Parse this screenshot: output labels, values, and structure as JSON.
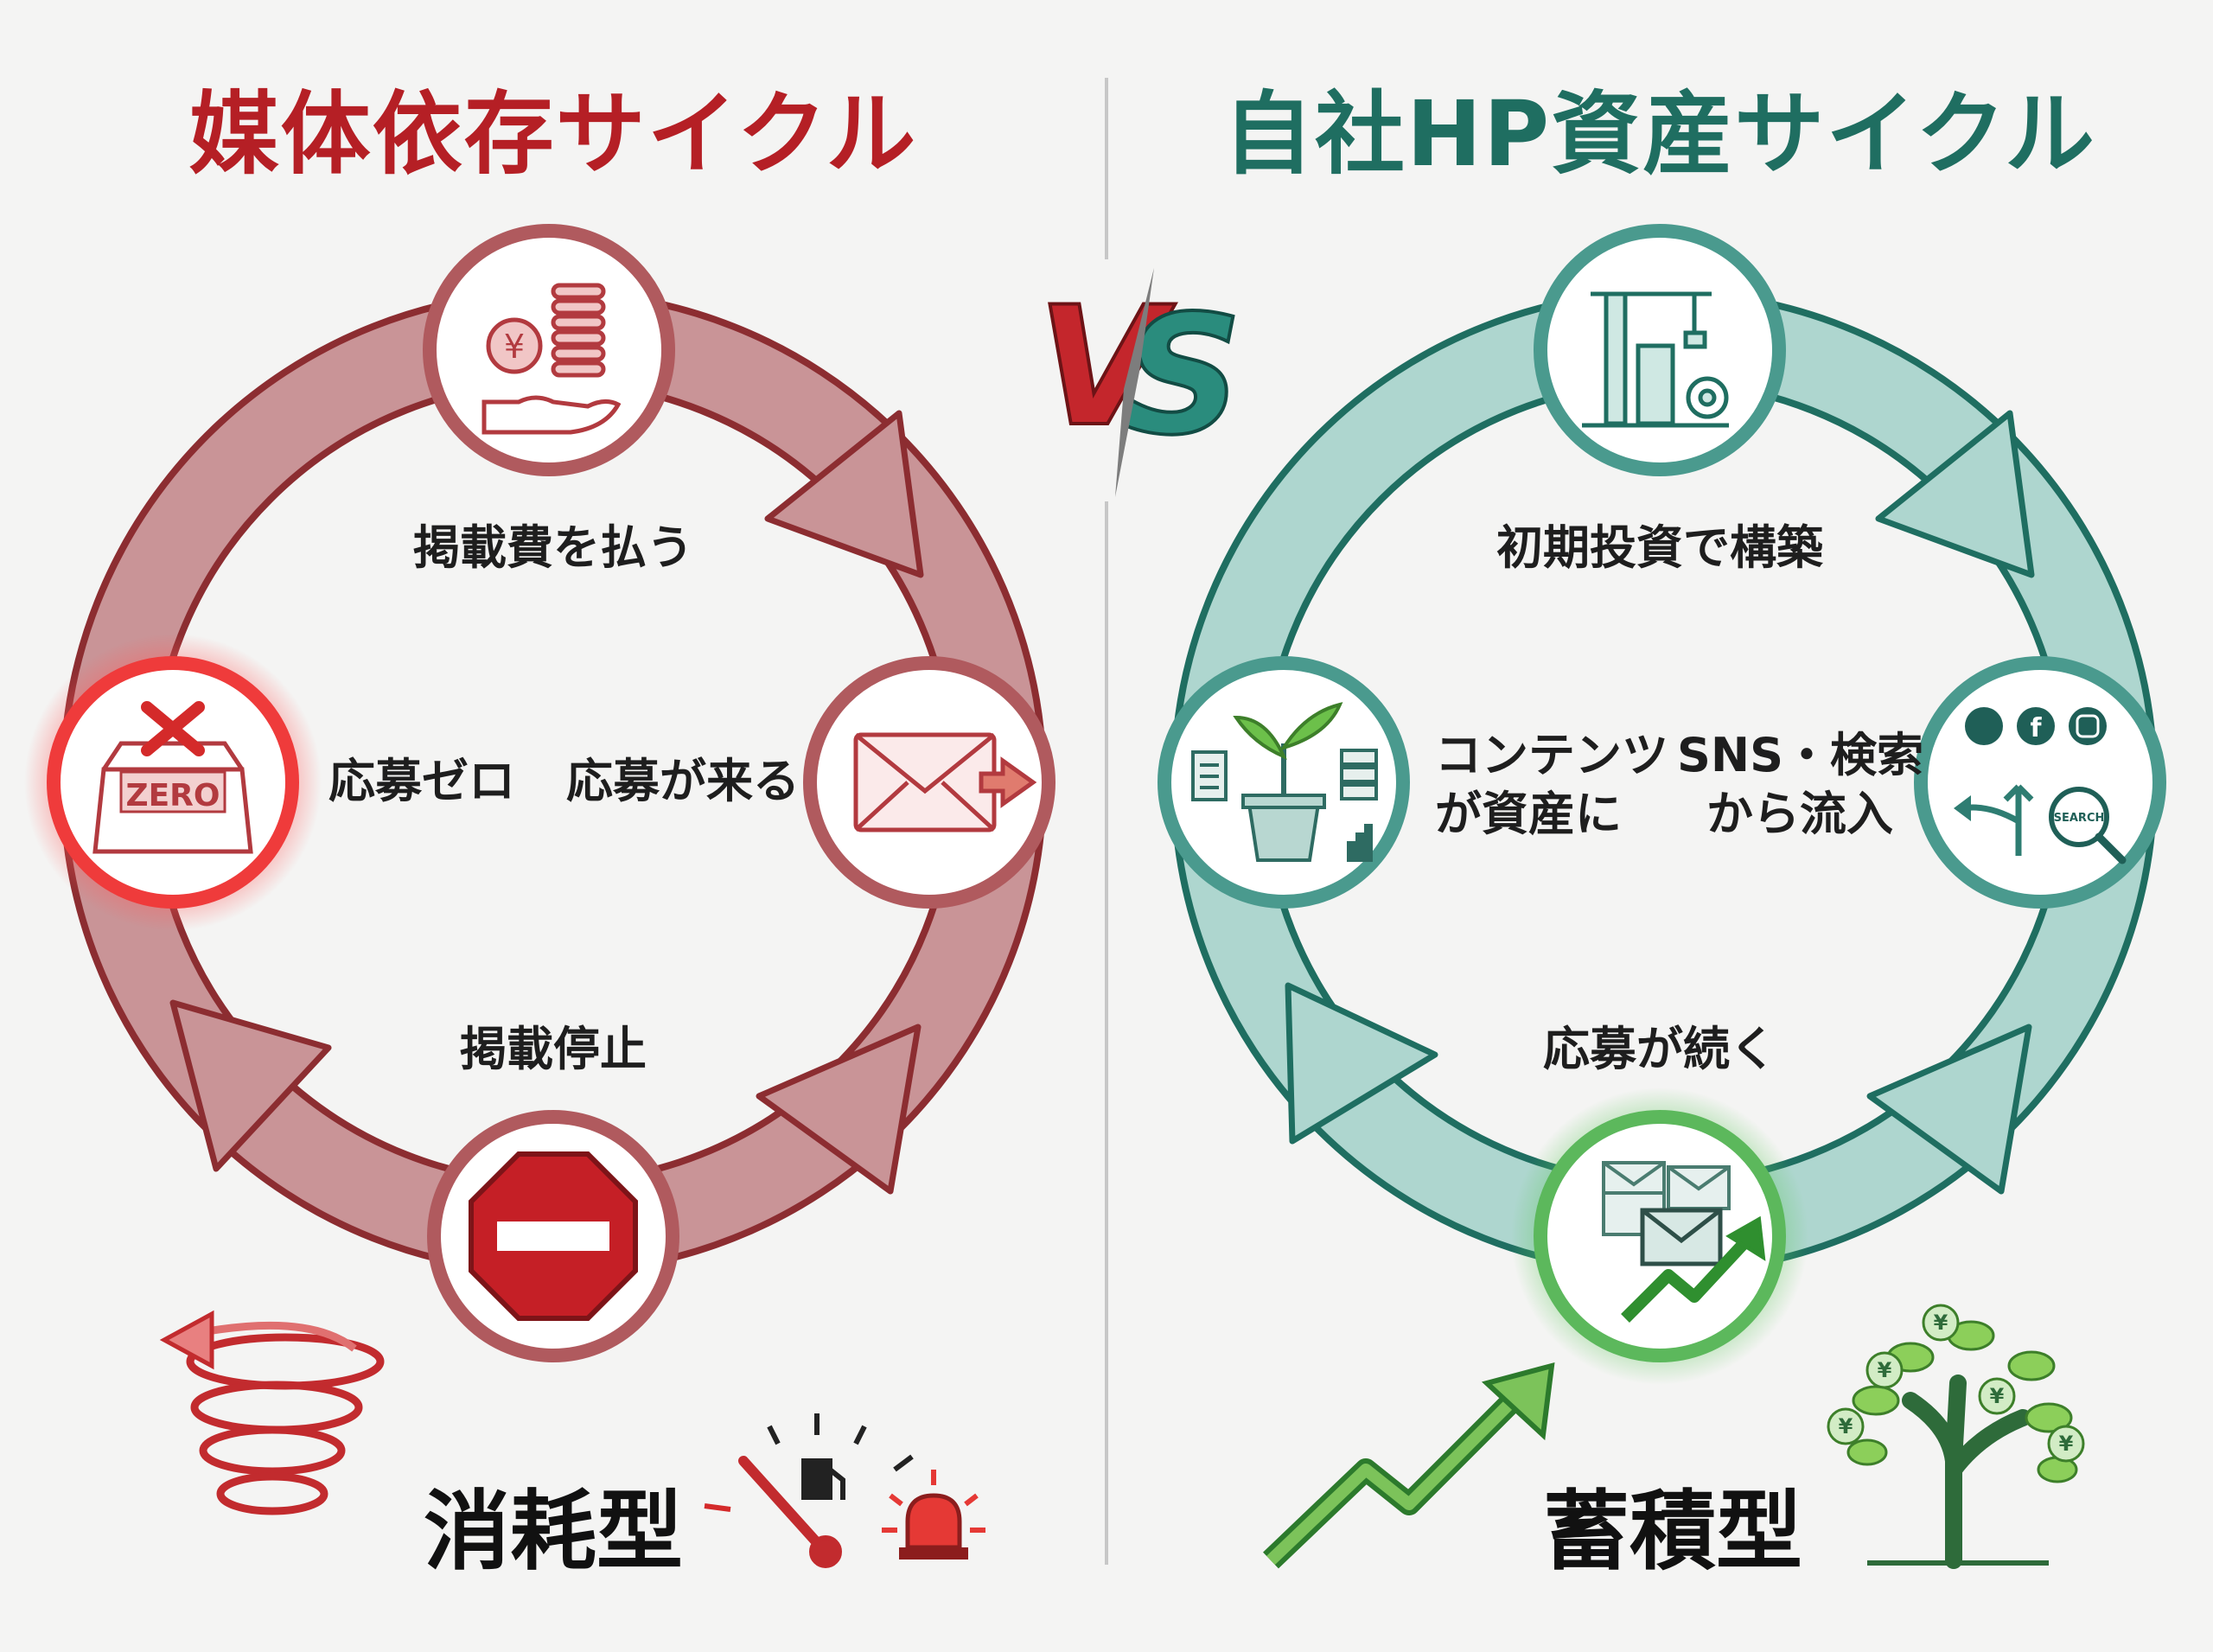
{
  "left": {
    "title": "媒体依存サイクル",
    "steps": {
      "pay": "掲載費を払う",
      "receive": "応募が来る",
      "stop": "掲載停止",
      "zero": "応募ゼロ"
    },
    "zero_badge": "ZERO",
    "type": "消耗型",
    "accent": "#b23a3f",
    "ring_fill": "#c99497"
  },
  "vs": "VS",
  "right": {
    "title": "自社HP資産サイクル",
    "steps": {
      "build": "初期投資で構築",
      "inflow_line1": "SNS・検索",
      "inflow_line2": "から流入",
      "continue": "応募が続く",
      "asset_line1": "コンテンツ",
      "asset_line2": "が資産に"
    },
    "search_badge": "SEARCH",
    "type": "蓄積型",
    "accent": "#2e7d72",
    "ring_fill": "#aed6cf"
  },
  "icons": {
    "pay": "coins-hand-icon",
    "receive": "envelope-arrow-icon",
    "stop": "stop-sign-icon",
    "zero": "empty-inbox-icon",
    "build": "crane-building-icon",
    "inflow": "social-search-icon",
    "continue": "growing-mail-icon",
    "asset": "plant-pot-icon",
    "spiral": "downward-spiral-icon",
    "gauge": "fuel-gauge-icon",
    "alarm": "alarm-light-icon",
    "growth": "growth-arrow-icon",
    "money_tree": "money-tree-icon"
  }
}
